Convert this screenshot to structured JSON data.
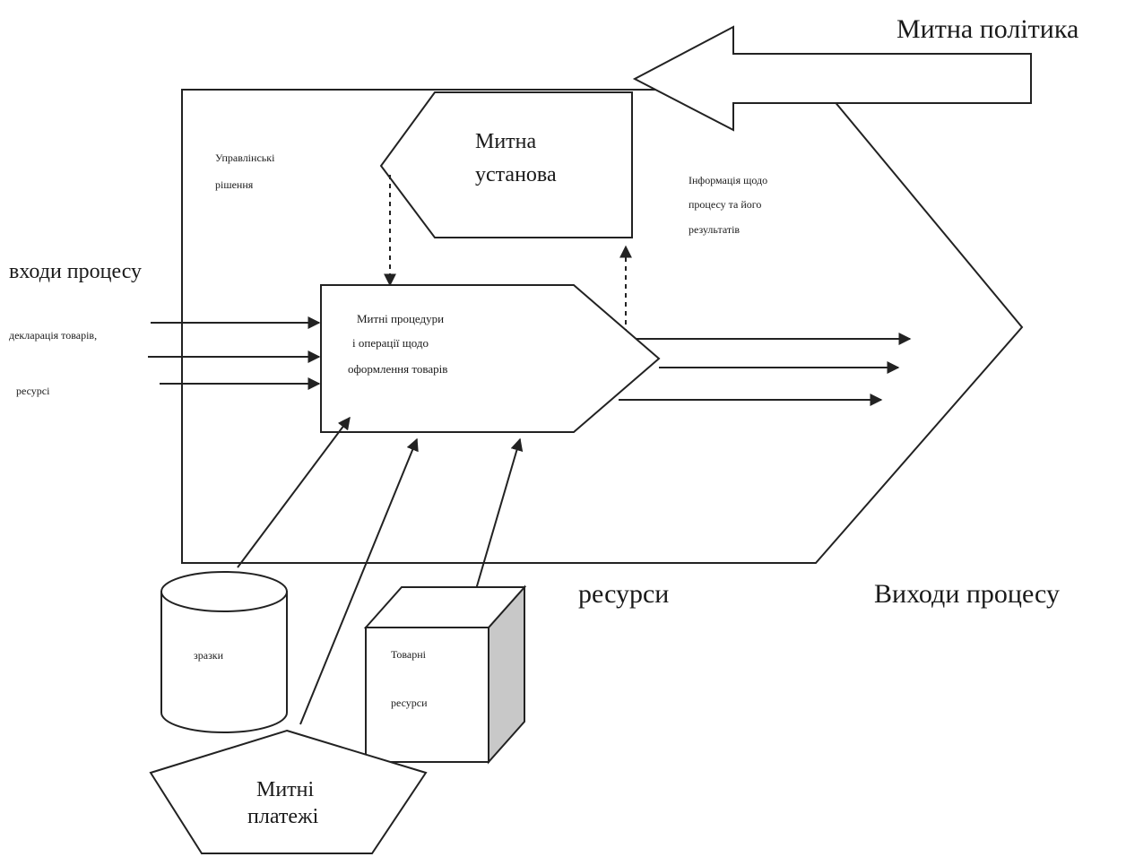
{
  "labels": {
    "customs_policy": "Митна політика",
    "customs_authority_line1": "Митна",
    "customs_authority_line2": "установа",
    "management_decisions_line1": "Управлінські",
    "management_decisions_line2": "рішення",
    "info_line1": "Інформація щодо",
    "info_line2": "процесу та його",
    "info_line3": "результатів",
    "process_inputs": "входи процесу",
    "input_goods": "декларація товарів,",
    "input_resources": "ресурсі",
    "procedures_line1": "Митні процедури",
    "procedures_line2": "і операції щодо",
    "procedures_line3": "оформлення товарів",
    "resources": "ресурси",
    "process_outputs": "Виходи процесу",
    "cylinder_label": "зразки",
    "cube_line1": "Товарні",
    "cube_line2": "ресурси",
    "pentagon_line1": "Митні",
    "pentagon_line2": "платежі"
  }
}
